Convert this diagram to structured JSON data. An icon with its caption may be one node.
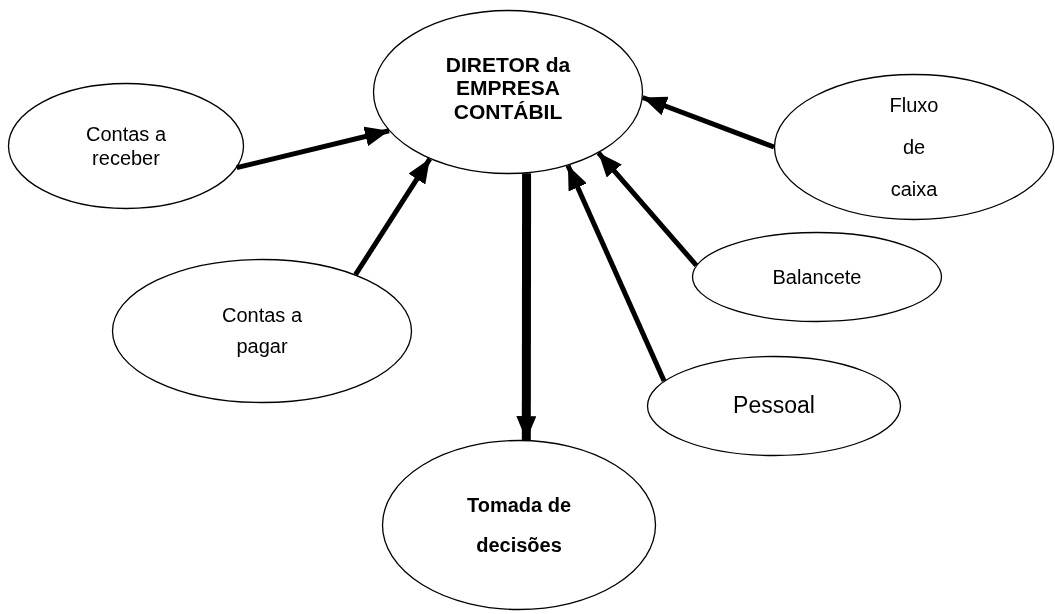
{
  "diagram": {
    "nodes": [
      {
        "text": [
          "DIRETOR da EMPRESA CONTÁBIL"
        ]
      },
      {
        "text": [
          "Contas a receber"
        ]
      },
      {
        "text": [
          "Contas a pagar"
        ]
      },
      {
        "text": [
          "Fluxo de caixa"
        ]
      },
      {
        "text": [
          "Balancete"
        ]
      },
      {
        "text": [
          "Pessoal"
        ]
      },
      {
        "text": [
          "Tomada de decisões"
        ]
      }
    ],
    "edges": [
      {
        "from": 1,
        "to": 0,
        "arrow": "to"
      },
      {
        "from": 2,
        "to": 0,
        "arrow": "to"
      },
      {
        "from": 3,
        "to": 0,
        "arrow": "to"
      },
      {
        "from": 4,
        "to": 0,
        "arrow": "to"
      },
      {
        "from": 5,
        "to": 0,
        "arrow": "to"
      },
      {
        "from": 0,
        "to": 6,
        "arrow": "to",
        "style": "thick"
      }
    ]
  }
}
